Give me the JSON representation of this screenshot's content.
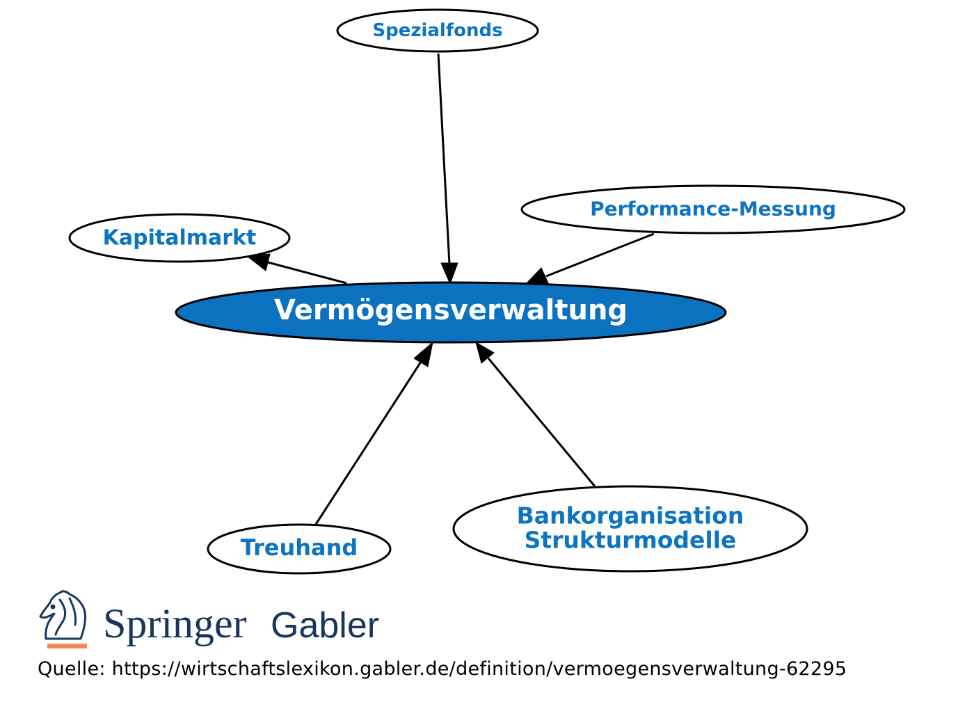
{
  "diagram": {
    "center": {
      "label": "Vermögensverwaltung",
      "fill": "#0c72bf",
      "text_color": "#ffffff"
    },
    "nodes": [
      {
        "id": "spezialfonds",
        "label": "Spezialfonds"
      },
      {
        "id": "kapitalmarkt",
        "label": "Kapitalmarkt"
      },
      {
        "id": "performance-messung",
        "label": "Performance-Messung"
      },
      {
        "id": "treuhand",
        "label": "Treuhand"
      },
      {
        "id": "bankorganisation",
        "label_line1": "Bankorganisation",
        "label_line2": "Strukturmodelle"
      }
    ],
    "edges": [
      {
        "from": "spezialfonds",
        "to": "center"
      },
      {
        "from": "performance-messung",
        "to": "center"
      },
      {
        "from": "center",
        "to": "kapitalmarkt"
      },
      {
        "from": "treuhand",
        "to": "center"
      },
      {
        "from": "bankorganisation",
        "to": "center"
      }
    ],
    "node_text_color": "#0d74c0"
  },
  "brand": {
    "name_primary": "Springer",
    "name_secondary": "Gabler",
    "color": "#17365d",
    "accent": "#f08a5d",
    "logo_icon": "knight-horse-icon"
  },
  "footer": {
    "source": "Quelle: https://wirtschaftslexikon.gabler.de/definition/vermoegensverwaltung-62295"
  }
}
